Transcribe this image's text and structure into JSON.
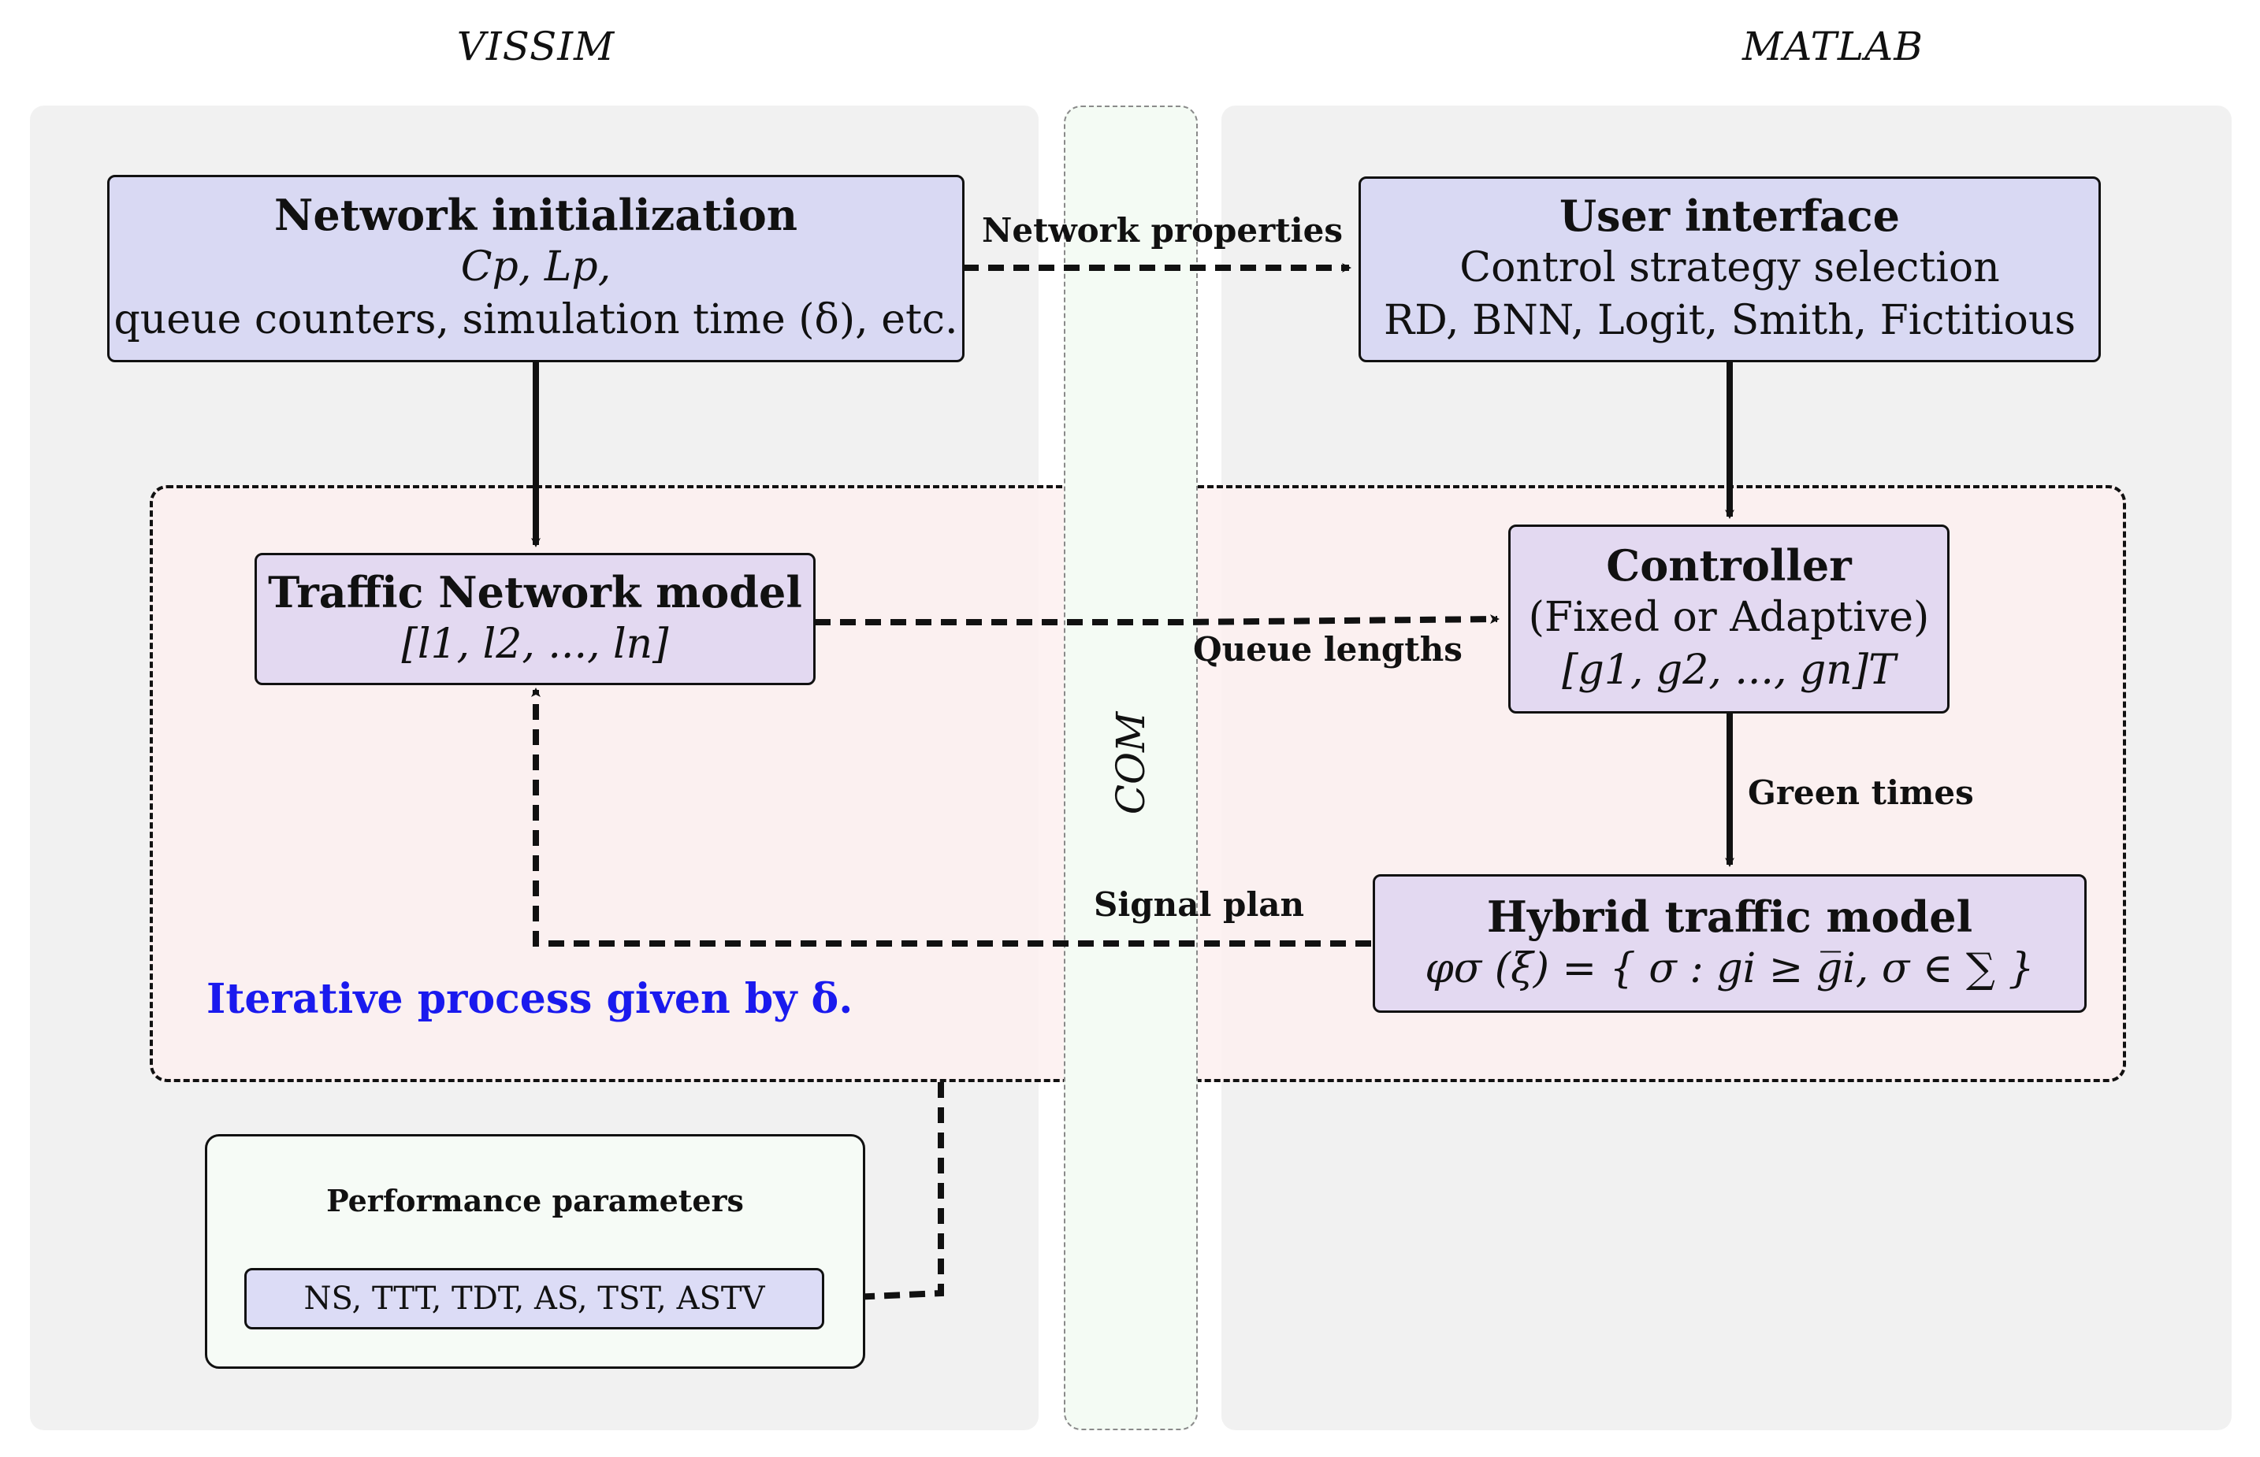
{
  "sections": {
    "left_title": "VISSIM",
    "right_title": "MATLAB",
    "middle_label": "COM"
  },
  "boxes": {
    "network_init": {
      "title": "Network initialization",
      "line1": "Cp, Lp,",
      "line2": "queue counters, simulation time (δ), etc."
    },
    "user_interface": {
      "title": "User interface",
      "line1": "Control strategy selection",
      "line2": "RD, BNN, Logit, Smith, Fictitious"
    },
    "traffic_network_model": {
      "title": "Traffic Network model",
      "line1": "[l1, l2, ..., ln]"
    },
    "controller": {
      "title": "Controller",
      "line1": "(Fixed or Adaptive)",
      "line2": "[g1, g2, ..., gn]T"
    },
    "hybrid_model": {
      "title": "Hybrid traffic model",
      "line1": "φσ (ξ) = { σ :  gi ≥ g̅i, σ ∈ ∑ }"
    },
    "performance": {
      "title": "Performance parameters",
      "metrics": "NS, TTT, TDT, AS, TST, ASTV"
    }
  },
  "edge_labels": {
    "network_properties": "Network properties",
    "queue_lengths": "Queue lengths",
    "green_times": "Green times",
    "signal_plan": "Signal plan"
  },
  "iterative_label": "Iterative process given by δ.",
  "colors": {
    "panel_bg": "#f1f1f1",
    "com_bg": "#f4fbf4",
    "iter_bg": "#fdf0f0",
    "blue_box": "#d9d9f3",
    "purple_box": "#e3d9f1",
    "iter_text": "#1a1aee"
  }
}
